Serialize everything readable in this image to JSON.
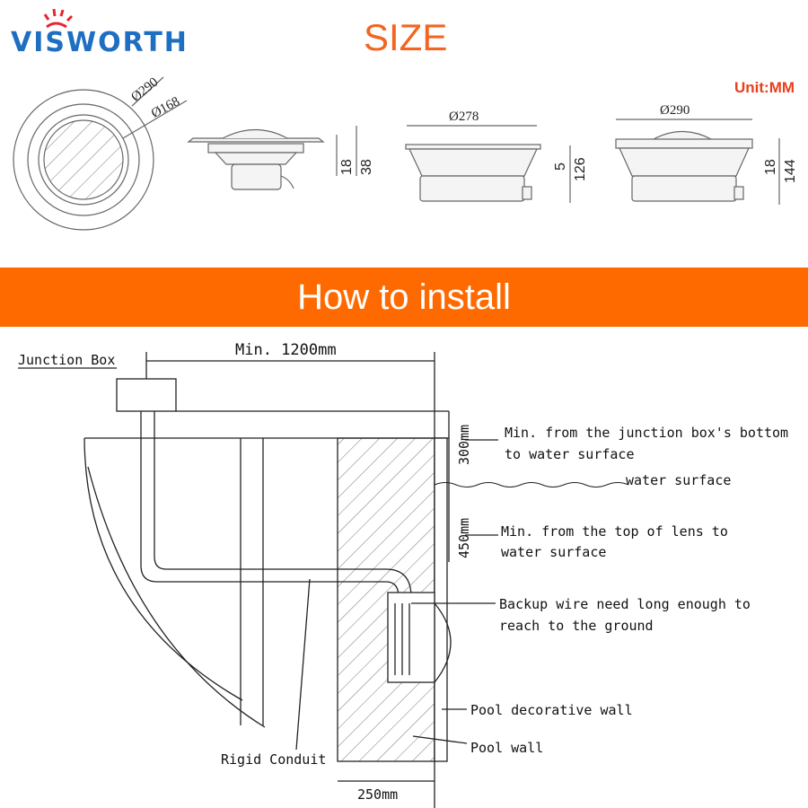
{
  "brand": {
    "logo_text": "VISWORTH",
    "colors": {
      "blue": "#1e6fc1",
      "red": "#e8252e"
    }
  },
  "size_section": {
    "title": "SIZE",
    "unit": "Unit:MM",
    "front_view": {
      "outer_diameter": "Ø290",
      "inner_diameter": "Ø168"
    },
    "side_view_1": {
      "height_a": "18",
      "height_b": "38"
    },
    "side_view_2": {
      "diameter": "Ø278",
      "height_a": "5",
      "height_b": "126"
    },
    "side_view_3": {
      "diameter": "Ø290",
      "height_a": "18",
      "height_b": "144"
    }
  },
  "install_section": {
    "banner": "How to install",
    "banner_color": "#ff6a00",
    "labels": {
      "junction_box": "Junction Box",
      "min_distance": "Min. 1200mm",
      "dim_300": "300mm",
      "dim_450": "450mm",
      "dim_250": "250mm",
      "jb_note_1": "Min. from the junction box's bottom",
      "jb_note_2": "to water surface",
      "water_surface": "water surface",
      "lens_note_1": "Min. from the top of lens to",
      "lens_note_2": "water surface",
      "backup_note_1": "Backup wire need long enough to",
      "backup_note_2": "reach to the ground",
      "decorative_wall": "Pool decorative wall",
      "pool_wall": "Pool wall",
      "rigid_conduit": "Rigid Conduit"
    }
  }
}
